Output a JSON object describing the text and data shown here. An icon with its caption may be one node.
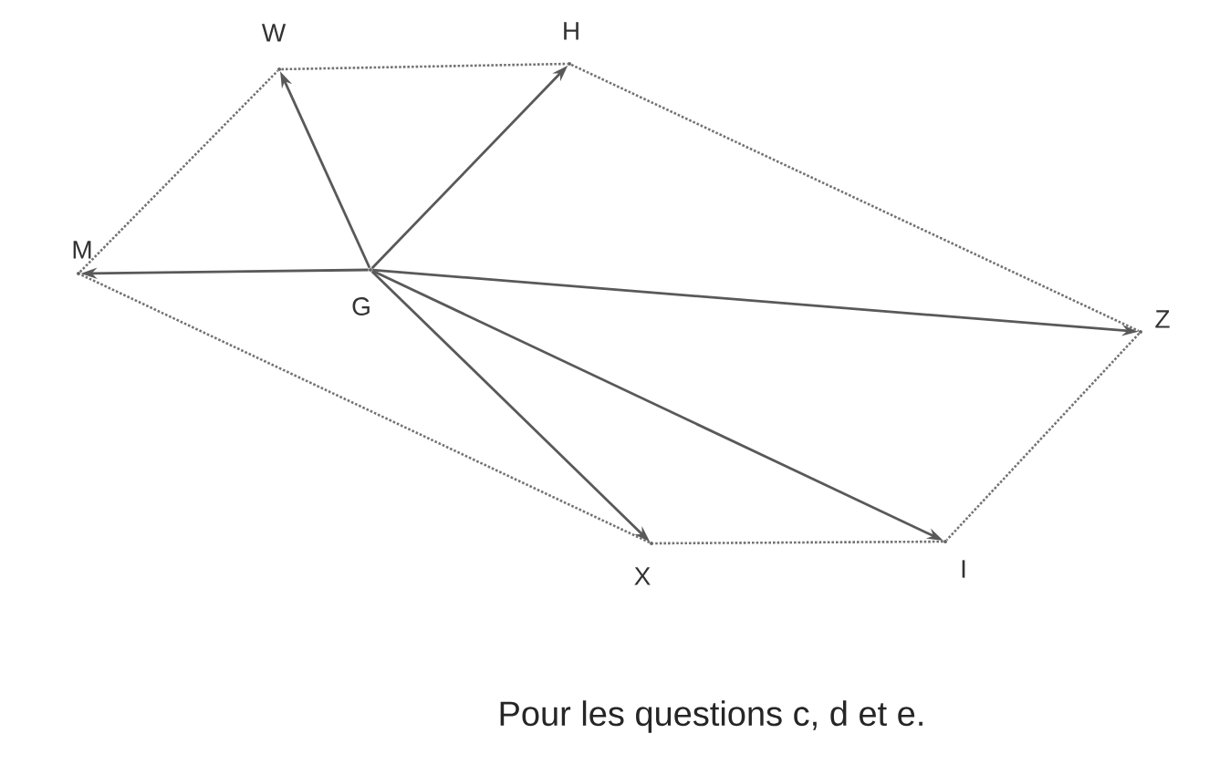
{
  "diagram": {
    "caption": "Pour les questions c, d et e.",
    "nodes": [
      {
        "text": [
          "W"
        ]
      },
      {
        "text": [
          "H"
        ]
      },
      {
        "text": [
          "M"
        ]
      },
      {
        "text": [
          "G"
        ]
      },
      {
        "text": [
          "Z"
        ]
      },
      {
        "text": [
          "X"
        ]
      },
      {
        "text": [
          "I"
        ]
      }
    ],
    "edges": [
      {
        "from": 3,
        "to": 0,
        "arrow": "to"
      },
      {
        "from": 3,
        "to": 1,
        "arrow": "to"
      },
      {
        "from": 3,
        "to": 2,
        "arrow": "to"
      },
      {
        "from": 3,
        "to": 4,
        "arrow": "to"
      },
      {
        "from": 3,
        "to": 5,
        "arrow": "to"
      },
      {
        "from": 3,
        "to": 6,
        "arrow": "to"
      },
      {
        "from": 0,
        "to": 1,
        "arrow": "none",
        "style": "dashed"
      },
      {
        "from": 1,
        "to": 4,
        "arrow": "none",
        "style": "dashed"
      },
      {
        "from": 4,
        "to": 6,
        "arrow": "none",
        "style": "dashed"
      },
      {
        "from": 6,
        "to": 5,
        "arrow": "none",
        "style": "dashed"
      },
      {
        "from": 5,
        "to": 2,
        "arrow": "none",
        "style": "dashed"
      },
      {
        "from": 2,
        "to": 0,
        "arrow": "none",
        "style": "dashed"
      }
    ]
  }
}
